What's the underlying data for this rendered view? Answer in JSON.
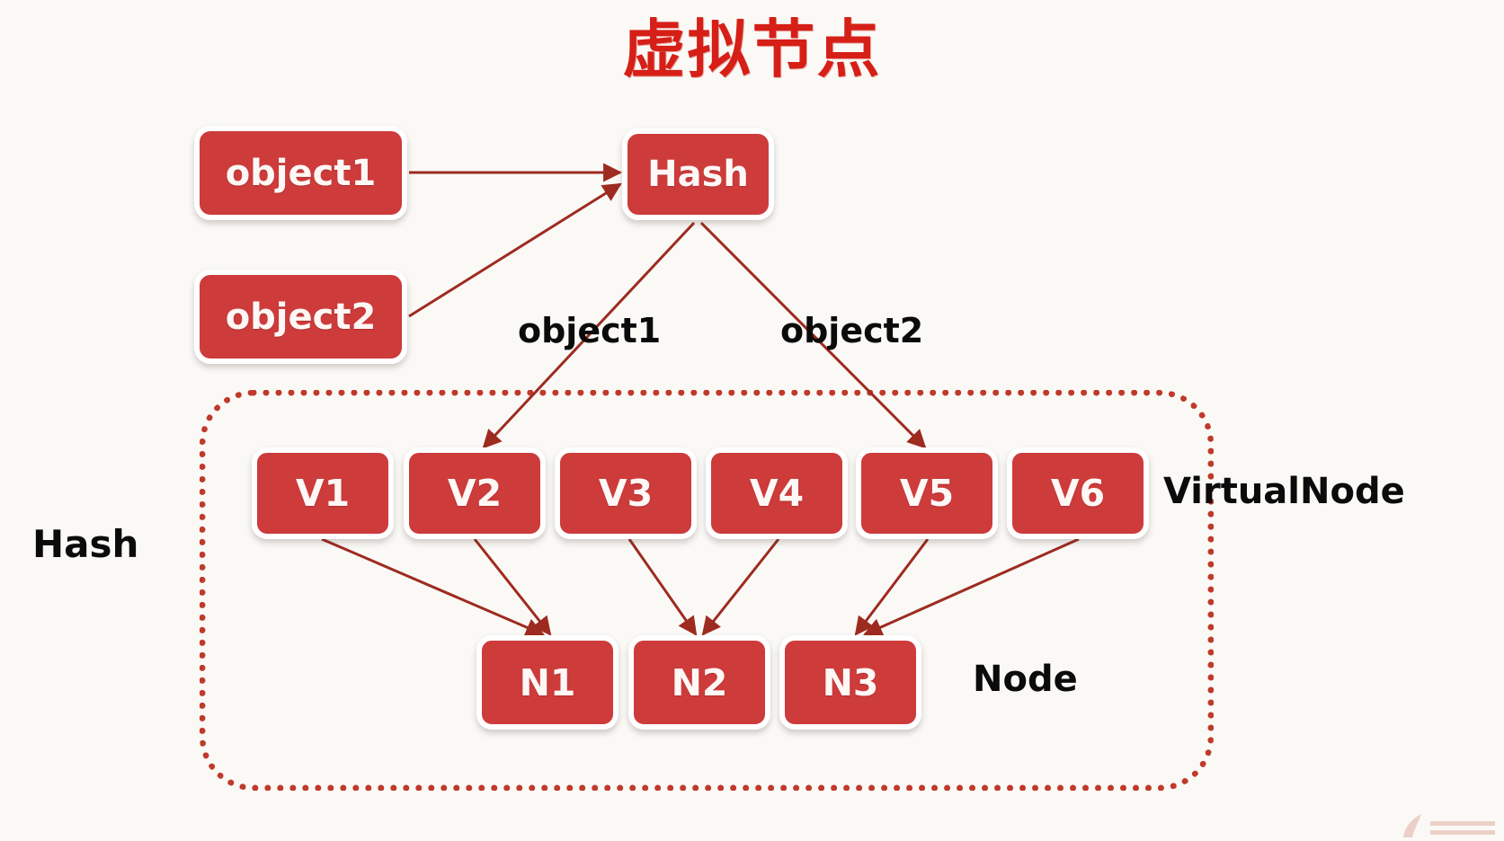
{
  "title": "虚拟节点",
  "colors": {
    "background": "#faf9f6",
    "title_red": "#d61f17",
    "node_fill": "#cd3b3b",
    "node_border": "#ffffff",
    "node_text": "#fdf7f5",
    "arrow": "#9e2b20",
    "dotted_border": "#c0392b",
    "label_text": "#0b0b0b"
  },
  "sources": {
    "object1": "object1",
    "object2": "object2"
  },
  "hash_box": {
    "label": "Hash"
  },
  "edge_labels": {
    "object1": "object1",
    "object2": "object2"
  },
  "group_labels": {
    "hash_ring": "Hash",
    "virtual_node": "VirtualNode",
    "node": "Node"
  },
  "virtual_nodes": [
    {
      "label": "V1"
    },
    {
      "label": "V2"
    },
    {
      "label": "V3"
    },
    {
      "label": "V4"
    },
    {
      "label": "V5"
    },
    {
      "label": "V6"
    }
  ],
  "physical_nodes": [
    {
      "label": "N1"
    },
    {
      "label": "N2"
    },
    {
      "label": "N3"
    }
  ],
  "edges": [
    {
      "from": "object1",
      "to": "Hash",
      "label": ""
    },
    {
      "from": "object2",
      "to": "Hash",
      "label": ""
    },
    {
      "from": "Hash",
      "to": "V2",
      "label": "object1"
    },
    {
      "from": "Hash",
      "to": "V5",
      "label": "object2"
    },
    {
      "from": "V1",
      "to": "N1",
      "label": ""
    },
    {
      "from": "V2",
      "to": "N1",
      "label": ""
    },
    {
      "from": "V3",
      "to": "N2",
      "label": ""
    },
    {
      "from": "V4",
      "to": "N2",
      "label": ""
    },
    {
      "from": "V5",
      "to": "N3",
      "label": ""
    },
    {
      "from": "V6",
      "to": "N3",
      "label": ""
    }
  ]
}
